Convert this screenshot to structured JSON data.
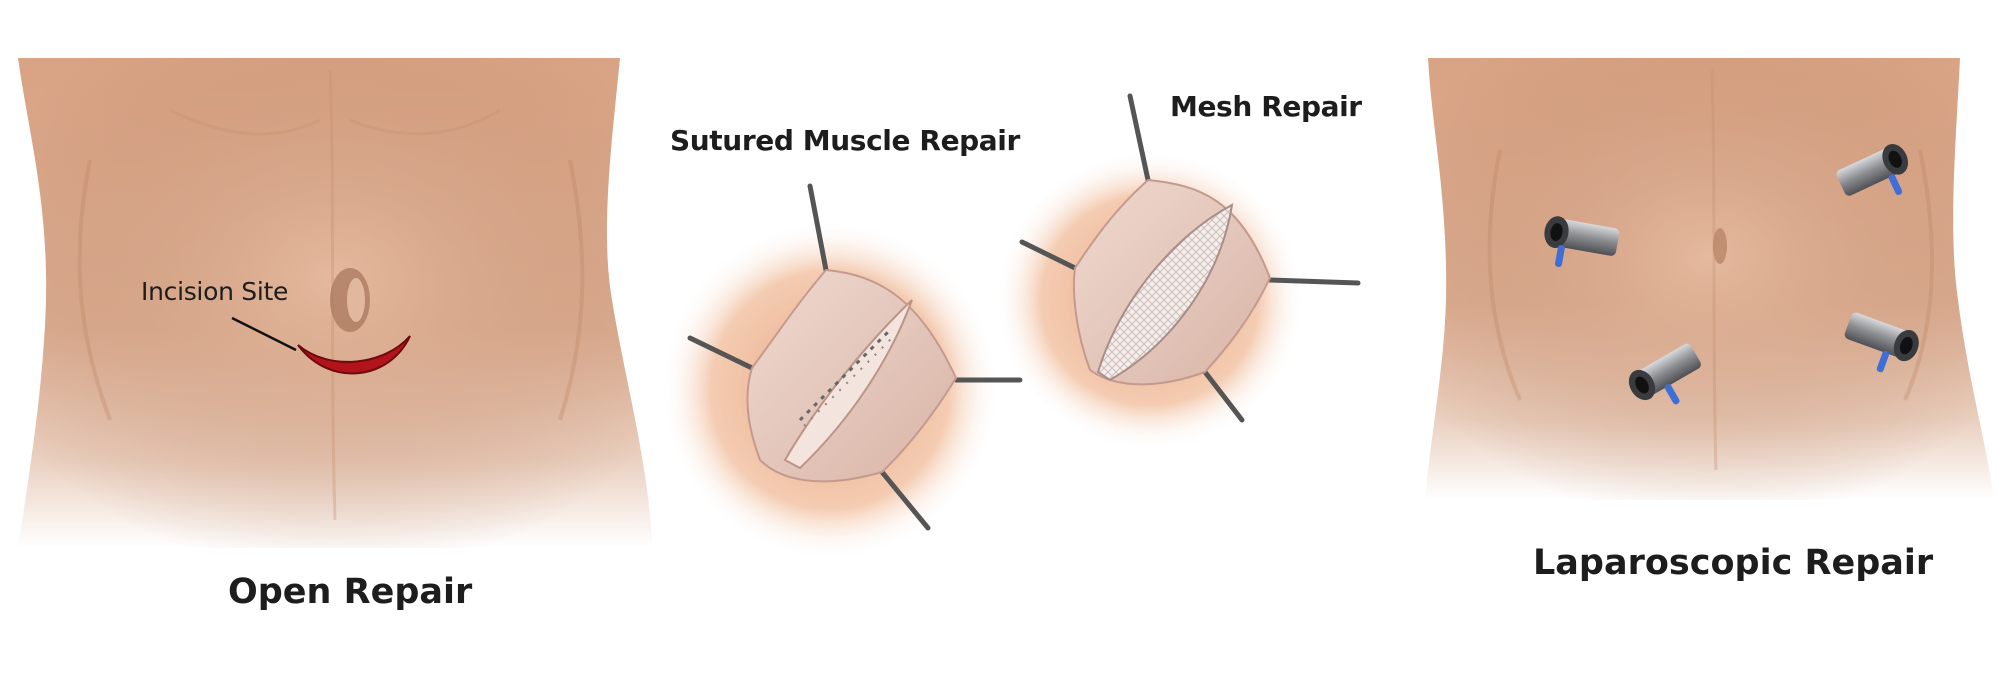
{
  "labels": {
    "open_repair": "Open Repair",
    "incision_site": "Incision Site",
    "sutured_muscle_repair": "Sutured Muscle Repair",
    "mesh_repair": "Mesh Repair",
    "laparoscopic_repair": "Laparoscopic Repair"
  },
  "colors": {
    "skin": "#dba88a",
    "skin_shadow": "#b9805f",
    "tissue": "#e6cbc0",
    "incision": "#b3141b",
    "trocar_metal": "#8a8c90",
    "trocar_valve": "#3f6fd6"
  }
}
